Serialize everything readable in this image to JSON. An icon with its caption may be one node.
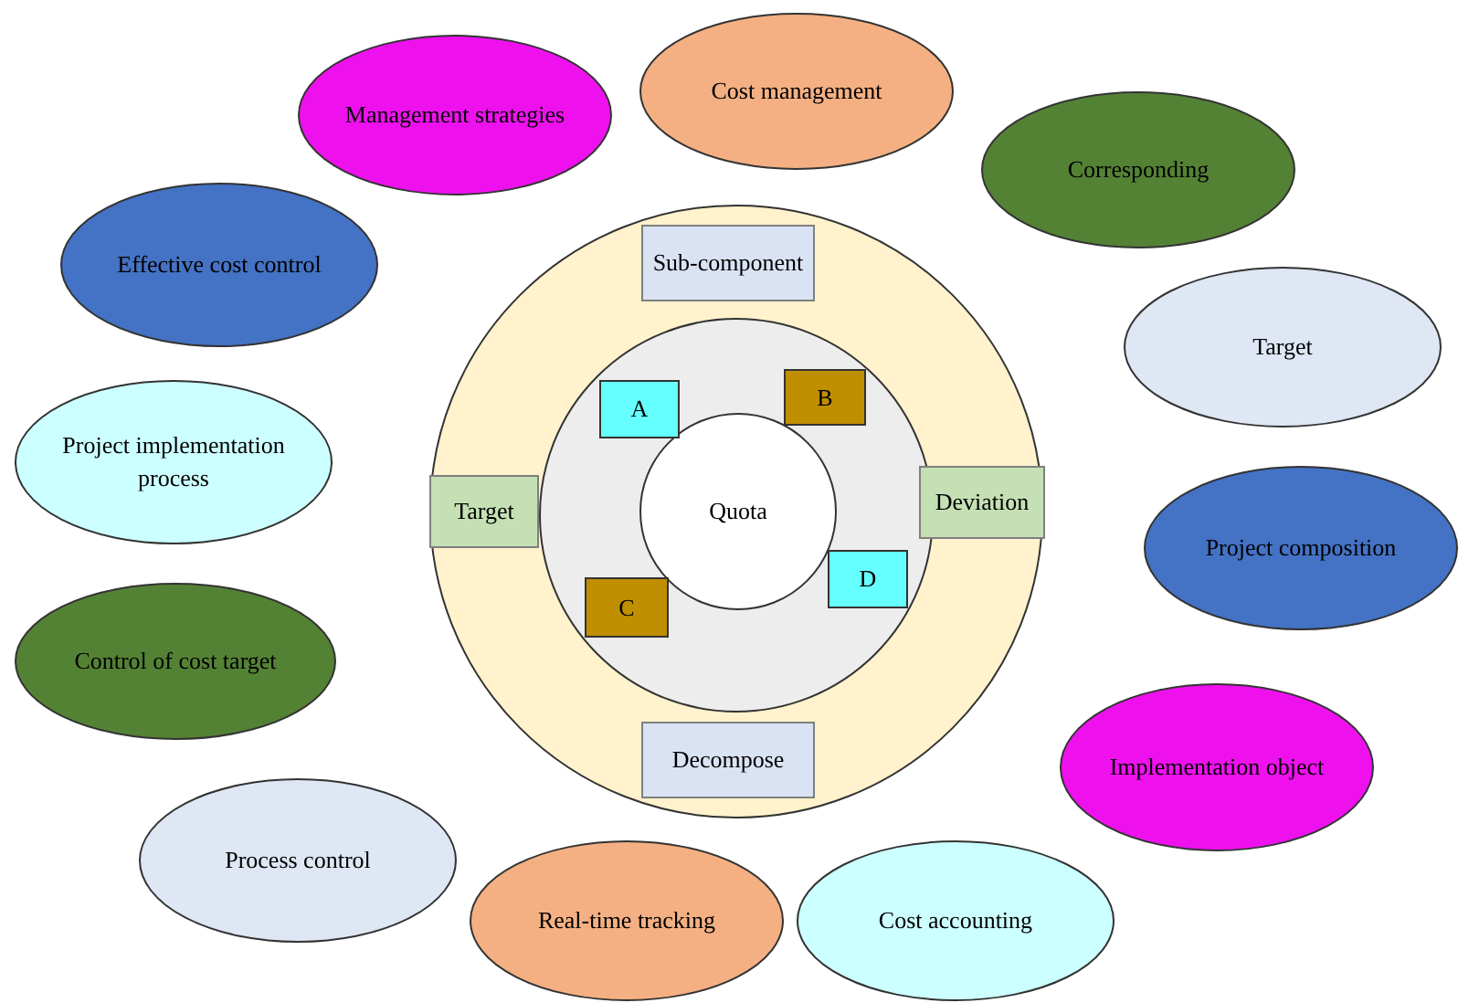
{
  "diagram": {
    "nodes": [
      {
        "text": [
          "Management strategies"
        ]
      },
      {
        "text": [
          "Cost management"
        ]
      },
      {
        "text": [
          "Corresponding"
        ]
      },
      {
        "text": [
          "Effective cost control"
        ]
      },
      {
        "text": [
          "Target"
        ]
      },
      {
        "text": [
          "Project implementation process"
        ]
      },
      {
        "text": [
          "Project composition"
        ]
      },
      {
        "text": [
          "Control of cost target"
        ]
      },
      {
        "text": [
          "Implementation object"
        ]
      },
      {
        "text": [
          "Process control"
        ]
      },
      {
        "text": [
          "Real-time tracking"
        ]
      },
      {
        "text": [
          "Cost accounting"
        ]
      },
      {
        "text": [],
        "shape": "circle"
      },
      {
        "text": [
          "Sub-component"
        ],
        "in": 12
      },
      {
        "text": [
          "Target"
        ],
        "in": 12
      },
      {
        "text": [
          "Deviation"
        ],
        "in": 12
      },
      {
        "text": [
          "Decompose"
        ],
        "in": 12
      },
      {
        "text": [],
        "shape": "circle",
        "in": 12
      },
      {
        "text": [
          "A"
        ],
        "in": 17
      },
      {
        "text": [
          "B"
        ],
        "in": 17
      },
      {
        "text": [
          "C"
        ],
        "in": 17
      },
      {
        "text": [
          "D"
        ],
        "in": 17
      },
      {
        "text": [
          "Quota"
        ],
        "in": 17
      }
    ]
  }
}
